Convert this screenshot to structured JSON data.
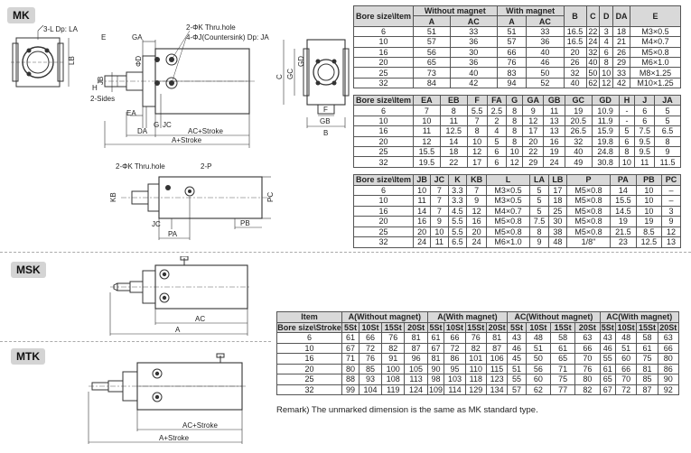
{
  "sections": {
    "mk": "MK",
    "msk": "MSK",
    "mtk": "MTK"
  },
  "drawing_labels": {
    "lda": "3-L Dp: LA",
    "lb": "LB",
    "e": "E",
    "ga": "GA",
    "thru_hole": "2-ΦK Thru.hole",
    "countersink": "4-ΦJ(Countersink) Dp: JA",
    "jb": "JB",
    "dd": "ΦD",
    "h": "H",
    "two_sides": "2-Sides",
    "ea": "EA",
    "da": "DA",
    "g": "G",
    "jc": "JC",
    "ac_stroke": "AC+Stroke",
    "a_stroke": "A+Stroke",
    "c": "C",
    "gc": "GC",
    "gd": "GD",
    "f": "F",
    "gb": "GB",
    "b": "B",
    "thru_hole2": "2-ΦK Thru.hole",
    "two_p": "2-P",
    "kb": "KB",
    "pc": "PC",
    "pb": "PB",
    "pa": "PA",
    "ac": "AC",
    "a": "A"
  },
  "table1": {
    "corner": "Bore size\\Item",
    "groups": [
      "Without magnet",
      "With magnet"
    ],
    "sub": [
      "A",
      "AC",
      "A",
      "AC"
    ],
    "cols": [
      "B",
      "C",
      "D",
      "DA",
      "E"
    ],
    "rows": [
      [
        "6",
        "51",
        "33",
        "51",
        "33",
        "16.5",
        "22",
        "3",
        "18",
        "M3×0.5"
      ],
      [
        "10",
        "57",
        "36",
        "57",
        "36",
        "16.5",
        "24",
        "4",
        "21",
        "M4×0.7"
      ],
      [
        "16",
        "56",
        "30",
        "66",
        "40",
        "20",
        "32",
        "6",
        "26",
        "M5×0.8"
      ],
      [
        "20",
        "65",
        "36",
        "76",
        "46",
        "26",
        "40",
        "8",
        "29",
        "M6×1.0"
      ],
      [
        "25",
        "73",
        "40",
        "83",
        "50",
        "32",
        "50",
        "10",
        "33",
        "M8×1.25"
      ],
      [
        "32",
        "84",
        "42",
        "94",
        "52",
        "40",
        "62",
        "12",
        "42",
        "M10×1.25"
      ]
    ]
  },
  "table2": {
    "corner": "Bore size\\Item",
    "cols": [
      "EA",
      "EB",
      "F",
      "FA",
      "G",
      "GA",
      "GB",
      "GC",
      "GD",
      "H",
      "J",
      "JA"
    ],
    "rows": [
      [
        "6",
        "7",
        "8",
        "5.5",
        "2.5",
        "8",
        "9",
        "11",
        "19",
        "10.9",
        "-",
        "6",
        "5"
      ],
      [
        "10",
        "10",
        "11",
        "7",
        "2",
        "8",
        "12",
        "13",
        "20.5",
        "11.9",
        "-",
        "6",
        "5"
      ],
      [
        "16",
        "11",
        "12.5",
        "8",
        "4",
        "8",
        "17",
        "13",
        "26.5",
        "15.9",
        "5",
        "7.5",
        "6.5"
      ],
      [
        "20",
        "12",
        "14",
        "10",
        "5",
        "8",
        "20",
        "16",
        "32",
        "19.8",
        "6",
        "9.5",
        "8"
      ],
      [
        "25",
        "15.5",
        "18",
        "12",
        "6",
        "10",
        "22",
        "19",
        "40",
        "24.8",
        "8",
        "9.5",
        "9"
      ],
      [
        "32",
        "19.5",
        "22",
        "17",
        "6",
        "12",
        "29",
        "24",
        "49",
        "30.8",
        "10",
        "11",
        "11.5"
      ]
    ]
  },
  "table3": {
    "corner": "Bore size\\Item",
    "cols": [
      "JB",
      "JC",
      "K",
      "KB",
      "L",
      "LA",
      "LB",
      "P",
      "PA",
      "PB",
      "PC"
    ],
    "rows": [
      [
        "6",
        "10",
        "7",
        "3.3",
        "7",
        "M3×0.5",
        "5",
        "17",
        "M5×0.8",
        "14",
        "10",
        "–"
      ],
      [
        "10",
        "11",
        "7",
        "3.3",
        "9",
        "M3×0.5",
        "5",
        "18",
        "M5×0.8",
        "15.5",
        "10",
        "–"
      ],
      [
        "16",
        "14",
        "7",
        "4.5",
        "12",
        "M4×0.7",
        "5",
        "25",
        "M5×0.8",
        "14.5",
        "10",
        "3"
      ],
      [
        "20",
        "16",
        "9",
        "5.5",
        "16",
        "M5×0.8",
        "7.5",
        "30",
        "M5×0.8",
        "19",
        "19",
        "9"
      ],
      [
        "25",
        "20",
        "10",
        "5.5",
        "20",
        "M5×0.8",
        "8",
        "38",
        "M5×0.8",
        "21.5",
        "8.5",
        "12"
      ],
      [
        "32",
        "24",
        "11",
        "6.5",
        "24",
        "M6×1.0",
        "9",
        "48",
        "1/8\"",
        "23",
        "12.5",
        "13"
      ]
    ]
  },
  "table4": {
    "item": "Item",
    "corner": "Bore size\\Stroke",
    "groups": [
      "A(Without magnet)",
      "A(With magnet)",
      "AC(Without magnet)",
      "AC(With magnet)"
    ],
    "strokes": [
      "5St",
      "10St",
      "15St",
      "20St"
    ],
    "rows": [
      [
        "6",
        "61",
        "66",
        "76",
        "81",
        "61",
        "66",
        "76",
        "81",
        "43",
        "48",
        "58",
        "63",
        "43",
        "48",
        "58",
        "63"
      ],
      [
        "10",
        "67",
        "72",
        "82",
        "87",
        "67",
        "72",
        "82",
        "87",
        "46",
        "51",
        "61",
        "66",
        "46",
        "51",
        "61",
        "66"
      ],
      [
        "16",
        "71",
        "76",
        "91",
        "96",
        "81",
        "86",
        "101",
        "106",
        "45",
        "50",
        "65",
        "70",
        "55",
        "60",
        "75",
        "80"
      ],
      [
        "20",
        "80",
        "85",
        "100",
        "105",
        "90",
        "95",
        "110",
        "115",
        "51",
        "56",
        "71",
        "76",
        "61",
        "66",
        "81",
        "86"
      ],
      [
        "25",
        "88",
        "93",
        "108",
        "113",
        "98",
        "103",
        "118",
        "123",
        "55",
        "60",
        "75",
        "80",
        "65",
        "70",
        "85",
        "90"
      ],
      [
        "32",
        "99",
        "104",
        "119",
        "124",
        "109",
        "114",
        "129",
        "134",
        "57",
        "62",
        "77",
        "82",
        "67",
        "72",
        "87",
        "92"
      ]
    ]
  },
  "remark": "Remark) The unmarked dimension is the same as MK standard type."
}
